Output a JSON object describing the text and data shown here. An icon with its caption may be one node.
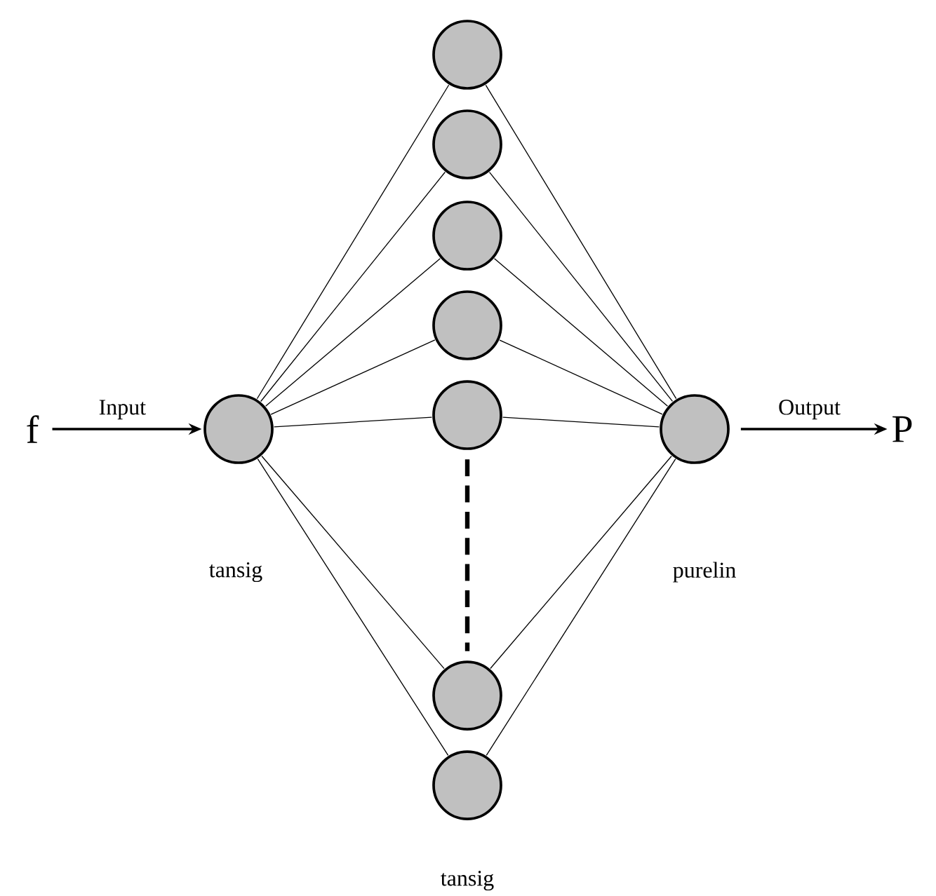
{
  "diagram": {
    "nodes": [
      {
        "text": [
          "f"
        ]
      },
      {
        "text": [],
        "shape": "circle"
      },
      {
        "text": [],
        "shape": "circle"
      },
      {
        "text": [],
        "shape": "circle"
      },
      {
        "text": [],
        "shape": "circle"
      },
      {
        "text": [],
        "shape": "circle"
      },
      {
        "text": [],
        "shape": "circle"
      },
      {
        "text": [],
        "shape": "circle"
      },
      {
        "text": [],
        "shape": "circle"
      },
      {
        "text": [],
        "shape": "circle"
      },
      {
        "text": [
          "P"
        ]
      }
    ],
    "edges": [
      {
        "from": 0,
        "to": 1,
        "arrow": "to",
        "label": "Input"
      },
      {
        "from": 1,
        "to": 2,
        "arrow": "none"
      },
      {
        "from": 1,
        "to": 3,
        "arrow": "none"
      },
      {
        "from": 1,
        "to": 4,
        "arrow": "none"
      },
      {
        "from": 1,
        "to": 5,
        "arrow": "none"
      },
      {
        "from": 1,
        "to": 6,
        "arrow": "none"
      },
      {
        "from": 1,
        "to": 7,
        "arrow": "none"
      },
      {
        "from": 1,
        "to": 8,
        "arrow": "none"
      },
      {
        "from": 2,
        "to": 9,
        "arrow": "none"
      },
      {
        "from": 3,
        "to": 9,
        "arrow": "none"
      },
      {
        "from": 4,
        "to": 9,
        "arrow": "none"
      },
      {
        "from": 5,
        "to": 9,
        "arrow": "none"
      },
      {
        "from": 6,
        "to": 9,
        "arrow": "none"
      },
      {
        "from": 7,
        "to": 9,
        "arrow": "none"
      },
      {
        "from": 8,
        "to": 9,
        "arrow": "none"
      },
      {
        "from": 6,
        "to": 7,
        "arrow": "none",
        "style": "dashed"
      },
      {
        "from": 9,
        "to": 10,
        "arrow": "to",
        "label": "Output"
      }
    ],
    "labels": [
      "tansig",
      "purelin",
      "tansig"
    ]
  }
}
